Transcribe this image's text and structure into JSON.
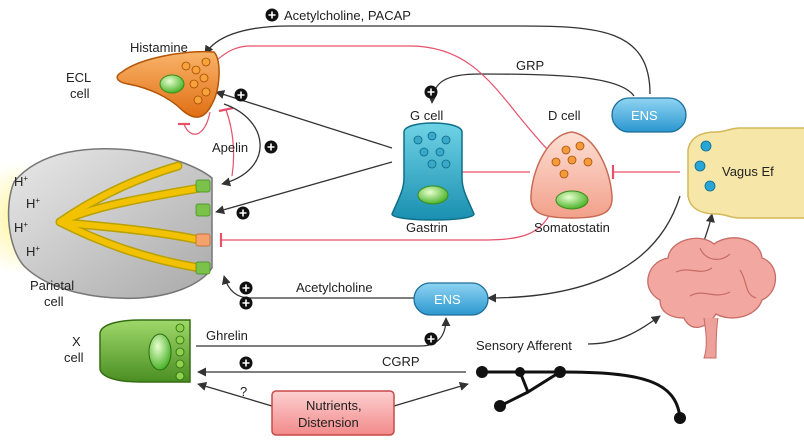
{
  "labels": {
    "ach_pacap": "Acetylcholine, PACAP",
    "histamine": "Histamine",
    "ecl_cell": [
      "ECL",
      "cell"
    ],
    "grp": "GRP",
    "g_cell": "G cell",
    "d_cell": "D cell",
    "ens_top": "ENS",
    "vagus": "Vagus Ef",
    "apelin": "Apelin",
    "gastrin": "Gastrin",
    "somatostatin": "Somatostatin",
    "h_plus": "H",
    "plus_superscript": "+",
    "parietal_cell": [
      "Parietal",
      "cell"
    ],
    "acetylcholine": "Acetylcholine",
    "ens_mid": "ENS",
    "x_cell": [
      "X",
      "cell"
    ],
    "ghrelin": "Ghrelin",
    "cgrp": "CGRP",
    "sensory_afferent": "Sensory Afferent",
    "question": "?",
    "nutrients": [
      "Nutrients,",
      "Distension"
    ]
  },
  "colors": {
    "stimulate_line": "#333333",
    "inhibit_line": "#e8506a",
    "ecl_fill": "#f08a2c",
    "g_cell_fill": "#2bb3cf",
    "d_cell_fill": "#f6b9a7",
    "x_cell_fill": "#6cb33a",
    "parietal_fill": "#c9c9c9",
    "canaliculi": "#f2c200",
    "vagus_fill": "#f6e7a8",
    "ens_fill": "#4ab3e2",
    "nutrients_fill": "#f7a3a3",
    "brain_fill": "#f2a7a0"
  }
}
